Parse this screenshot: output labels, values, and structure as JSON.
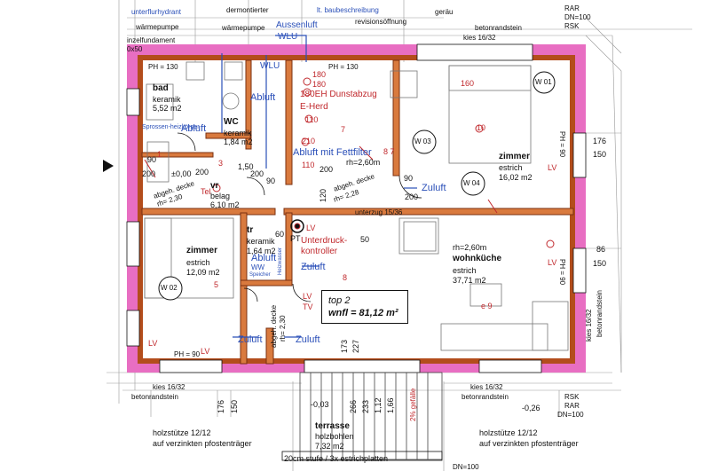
{
  "colors": {
    "wall_outer": "#e86ec2",
    "wall_inner": "#b34d1c",
    "wall_core": "#d97a3e",
    "ink": "#111111",
    "blue": "#2a4fb8",
    "red": "#c0282c"
  },
  "top_labels": {
    "unterflurhydrant": "unterflurhydrant",
    "dermontierter": "dermontierter",
    "baubeschreibung": "lt. baubeschreibung",
    "geralu": "geräu",
    "revisionsoeffnung": "revisionsöffnung",
    "waermepumpe_1": "wärmepumpe",
    "waermepumpe_2": "wärmepumpe",
    "aussenluft": "Aussenluft",
    "wlu_top": "WLU",
    "inzelfundament": "inzelfundament",
    "size_50": "0x50",
    "rar_top": "RAR",
    "dn_top": "DN=100",
    "rsk_top": "RSK",
    "betonrandstein_top": "betonrandstein",
    "kies_top": "kies 16/32",
    "ph130_left": "PH = 130",
    "ph130_mid": "PH = 130",
    "wlu_mid": "WLU"
  },
  "rooms": {
    "bad": {
      "name": "bad",
      "floor": "keramik",
      "area": "5,52 m2"
    },
    "wc": {
      "name": "WC",
      "floor": "keramik",
      "area": "1,84 m2"
    },
    "vr": {
      "name": "vr",
      "floor": "belag",
      "area": "6,10 m2"
    },
    "zimmer_ne": {
      "name": "zimmer",
      "floor": "estrich",
      "area": "16,02 m2"
    },
    "zimmer_sw": {
      "name": "zimmer",
      "floor": "estrich",
      "area": "12,09 m2"
    },
    "tr": {
      "name": "tr",
      "floor": "keramik",
      "area": "1,64 m2"
    },
    "wohnkueche": {
      "name": "wohnküche",
      "floor": "estrich",
      "area": "37,71 m2"
    },
    "terrasse": {
      "name": "terrasse",
      "floor": "holzbohlen",
      "area": "7,32 m2"
    }
  },
  "blue_labels": {
    "abluft_bad": "Abluft",
    "abluft_wc": "Abluft",
    "abluft_kitchen": "Abluft mit Fettfilter",
    "abluft_tr": "Abluft",
    "ww": "WW",
    "zuluft_1": "Zuluft",
    "zuluft_2": "Zuluft",
    "zuluft_3": "Zuluft",
    "zuluft_4": "Zuluft",
    "sprossen": "Sprossen-heizkörper",
    "speicher": "Speicher",
    "heizwasser": "Heizwasser"
  },
  "red_labels": {
    "dunstabzug": "180EH Dunstabzug",
    "eherd": "E-Herd",
    "unterdruck_1": "Unterdruck-",
    "unterdruck_2": "kontroller",
    "r180_1": "180",
    "r180_2": "180",
    "r110": "110",
    "r210": "210",
    "r110b": "110",
    "r160": "160",
    "r7": "7",
    "r10": "10",
    "r8": "8",
    "r5": "5",
    "r9": "e 9",
    "r87": "8 7",
    "r3": "3",
    "r1": "1",
    "tel": "Tel",
    "lv1": "LV",
    "lv2": "LV",
    "lv3": "LV",
    "lv4": "LV",
    "lv5": "LV",
    "lv6": "LV",
    "tv": "TV"
  },
  "dims": {
    "abgeh_decke_1": "abgeh. decke",
    "abgeh_h1": "rh= 2,30",
    "abgeh_decke_2": "abgeh. decke",
    "abgeh_h2": "rh= 2,28",
    "rh_260_kitchen": "rh=2,60m",
    "rh_260_living": "rh=2,60m",
    "unterzug": "unterzug 15/36",
    "abgeh_vert": "abgeh. decke",
    "abgeh_vert_h": "rh= 2,30",
    "d90": "90",
    "d200_a": "200",
    "d200_b": "200",
    "d200_c": "200",
    "d200_d": "200",
    "d200_e": "200",
    "d90_b": "90",
    "d90_c": "90",
    "d60": "60",
    "d120": "120",
    "d50": "50",
    "d000": "±0,00",
    "d150": "1,50",
    "d176_r": "176",
    "d150_r": "150",
    "d86_r": "86",
    "d150_r2": "150",
    "pt": "PT",
    "ph90_left": "PH = 90",
    "ph90_e1": "PH = 90",
    "ph90_e2": "PH = 90",
    "d173": "173",
    "d227": "227",
    "d176_b": "176",
    "d150_b": "150",
    "d266": "266",
    "d233": "233",
    "d1_12": "1,12",
    "d1_66": "1,66",
    "d0_03": "-0,03",
    "d0_26": "-0,26",
    "gefaelle": "2% gefälle",
    "w01": "W 01",
    "w02": "W 02",
    "w03": "W 03",
    "w04": "W 04"
  },
  "bottom_labels": {
    "kies_left": "kies 16/32",
    "betonrandstein_left": "betonrandstein",
    "kies_right": "kies 16/32",
    "betonrandstein_right": "betonrandstein",
    "rsk": "RSK",
    "rar": "RAR",
    "dn100": "DN=100",
    "holzstuetze_left_1": "holzstütze 12/12",
    "holzstuetze_left_2": "auf verzinkten pfostenträger",
    "holzstuetze_right_1": "holzstütze 12/12",
    "holzstuetze_right_2": "auf verzinkten pfostenträger",
    "stufe": "20cm stufe / 3x estrichplatten",
    "betonrandstein_vert": "betonrandstein",
    "kies_vert": "kies 16/32",
    "dn_bottom": "DN=100"
  },
  "info_box": {
    "line1": "top 2",
    "line2": "wnfl = 81,12 m²"
  }
}
